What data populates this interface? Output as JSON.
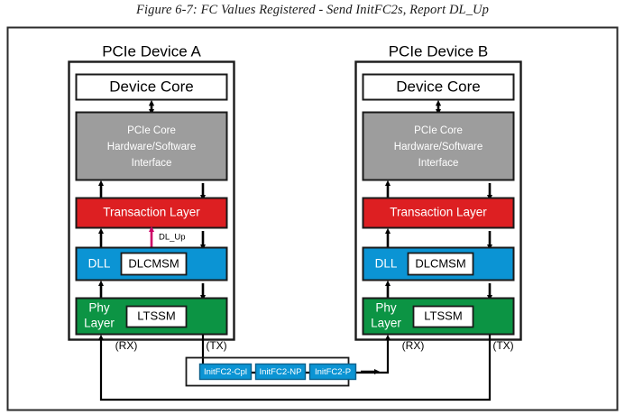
{
  "caption": "Figure 6-7: FC Values Registered - Send InitFC2s, Report DL_Up",
  "colors": {
    "frame": "#2b2b2b",
    "core_fill": "#ffffff",
    "gray": "#9d9d9d",
    "red": "#dd1f22",
    "blue": "#0b94d4",
    "green": "#0c9444",
    "packet": "#0b94d4",
    "packet_border": "#0a5f8a",
    "arrow": "#000000",
    "dl_up_arrow": "#cc0066",
    "text_dark": "#000000",
    "text_light": "#ffffff"
  },
  "devices": [
    {
      "title": "PCIe Device A",
      "core_label": "Device Core",
      "pcie_core_lines": [
        "PCIe Core",
        "Hardware/Software",
        "Interface"
      ],
      "transaction_label": "Transaction Layer",
      "dll_label": "DLL",
      "dll_state_machine": "DLCMSM",
      "phy_lines": [
        "Phy",
        "Layer"
      ],
      "phy_state_machine": "LTSSM",
      "rx_label": "(RX)",
      "tx_label": "(TX)",
      "dl_up_label": "DL_Up",
      "has_dl_up": true
    },
    {
      "title": "PCIe Device B",
      "core_label": "Device Core",
      "pcie_core_lines": [
        "PCIe Core",
        "Hardware/Software",
        "Interface"
      ],
      "transaction_label": "Transaction Layer",
      "dll_label": "DLL",
      "dll_state_machine": "DLCMSM",
      "phy_lines": [
        "Phy",
        "Layer"
      ],
      "phy_state_machine": "LTSSM",
      "rx_label": "(RX)",
      "tx_label": "(TX)",
      "dl_up_label": "",
      "has_dl_up": false
    }
  ],
  "packets": [
    {
      "label": "InitFC2-Cpl"
    },
    {
      "label": "InitFC2-NP"
    },
    {
      "label": "InitFC2-P"
    }
  ]
}
